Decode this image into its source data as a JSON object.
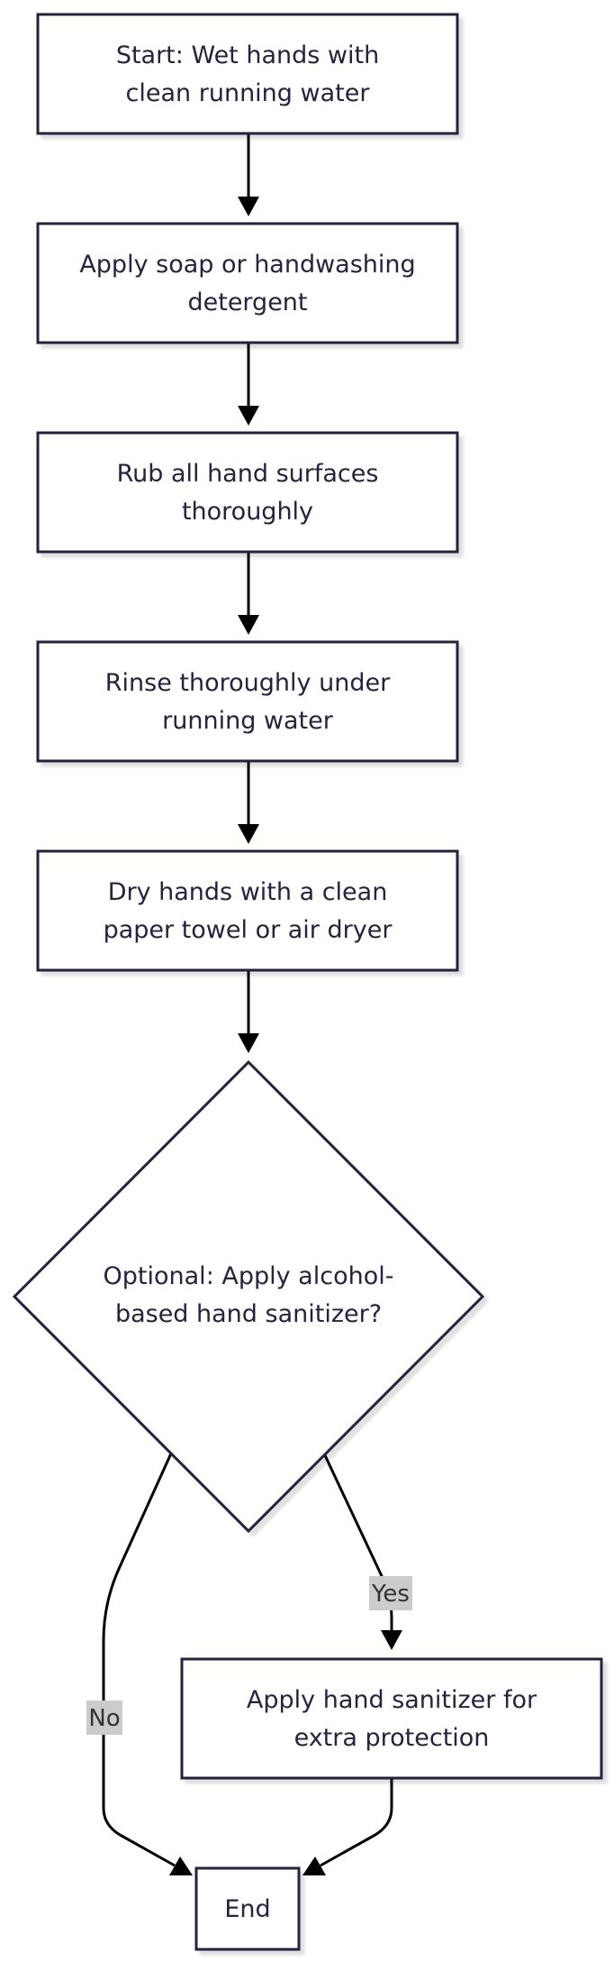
{
  "nodes": {
    "start": {
      "lines": [
        "Start: Wet hands with",
        "clean running water"
      ]
    },
    "soap": {
      "lines": [
        "Apply soap or handwashing",
        "detergent"
      ]
    },
    "rub": {
      "lines": [
        "Rub all hand surfaces",
        "thoroughly"
      ]
    },
    "rinse": {
      "lines": [
        "Rinse thoroughly under",
        "running water"
      ]
    },
    "dry": {
      "lines": [
        "Dry hands with a clean",
        "paper towel or air dryer"
      ]
    },
    "decision": {
      "lines": [
        "Optional: Apply alcohol-",
        "based hand sanitizer?"
      ]
    },
    "sanitizer": {
      "lines": [
        "Apply hand sanitizer for",
        "extra protection"
      ]
    },
    "end": {
      "lines": [
        "End"
      ]
    }
  },
  "edges": {
    "yes_label": "Yes",
    "no_label": "No"
  },
  "colors": {
    "node_stroke": "#25233d",
    "edge": "#000000",
    "label_bg": "#cccccc"
  }
}
